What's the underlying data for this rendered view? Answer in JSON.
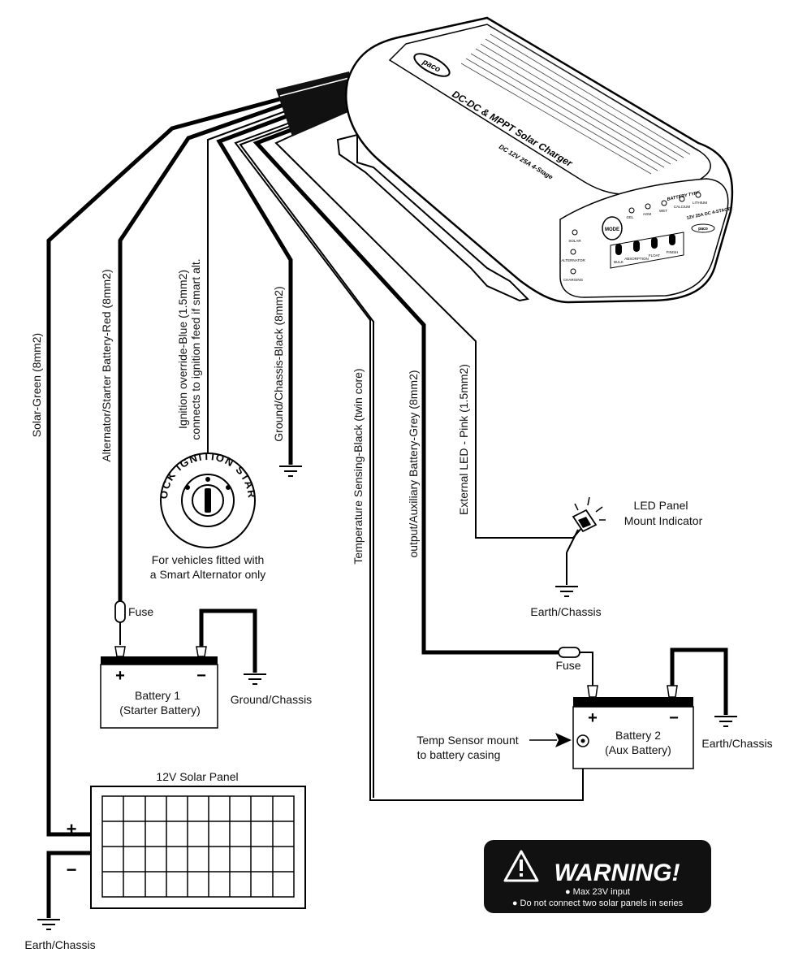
{
  "device": {
    "brand": "paco",
    "title": "DC-DC & MPPT Solar Charger",
    "model": "DC 12V 25A 4-Stage",
    "front_model": "12V 25A DC 4-STAGE",
    "battery_type_label": "BATTERY TYPE",
    "battery_types": [
      "GEL",
      "AGM",
      "WET",
      "CALCIUM",
      "LITHIUM"
    ],
    "left_leds": [
      "SOLAR",
      "ALTERNATOR",
      "CHARGING"
    ],
    "mode_label": "MODE",
    "stages": [
      "BULK",
      "ABSORPTION",
      "FLOAT",
      "FINISH"
    ]
  },
  "wires": {
    "solar": "Solar-Green  (8mm2)",
    "alternator": "Alternator/Starter Battery-Red (8mm2)",
    "ignition_line1": "Ignition override-Blue (1.5mm2)",
    "ignition_line2": "connects to ignition feed if smart alt.",
    "ground": "Ground/Chassis-Black (8mm2)",
    "temp": "Temperature Sensing-Black (twin core)",
    "output": "output/Auxiliary Battery-Grey  (8mm2)",
    "ext_led": "External LED - Pink (1.5mm2)"
  },
  "ignition": {
    "switch_text": "LOCK IGNITION START",
    "note_line1": "For vehicles fitted with",
    "note_line2": "a Smart Alternator only"
  },
  "led_panel": {
    "line1": "LED Panel",
    "line2": "Mount Indicator",
    "earth": "Earth/Chassis"
  },
  "battery1": {
    "fuse": "Fuse",
    "plus": "+",
    "minus": "−",
    "line1": "Battery 1",
    "line2": "(Starter Battery)",
    "ground": "Ground/Chassis"
  },
  "battery2": {
    "fuse": "Fuse",
    "plus": "+",
    "minus": "−",
    "line1": "Battery 2",
    "line2": "(Aux Battery)",
    "earth": "Earth/Chassis",
    "sensor_line1": "Temp Sensor mount",
    "sensor_line2": "to battery casing"
  },
  "solar_panel": {
    "title": "12V Solar Panel",
    "plus": "+",
    "minus": "−",
    "earth": "Earth/Chassis"
  },
  "warning": {
    "title": "WARNING!",
    "line1": "● Max 23V input",
    "line2": "● Do not connect two solar panels in series"
  }
}
